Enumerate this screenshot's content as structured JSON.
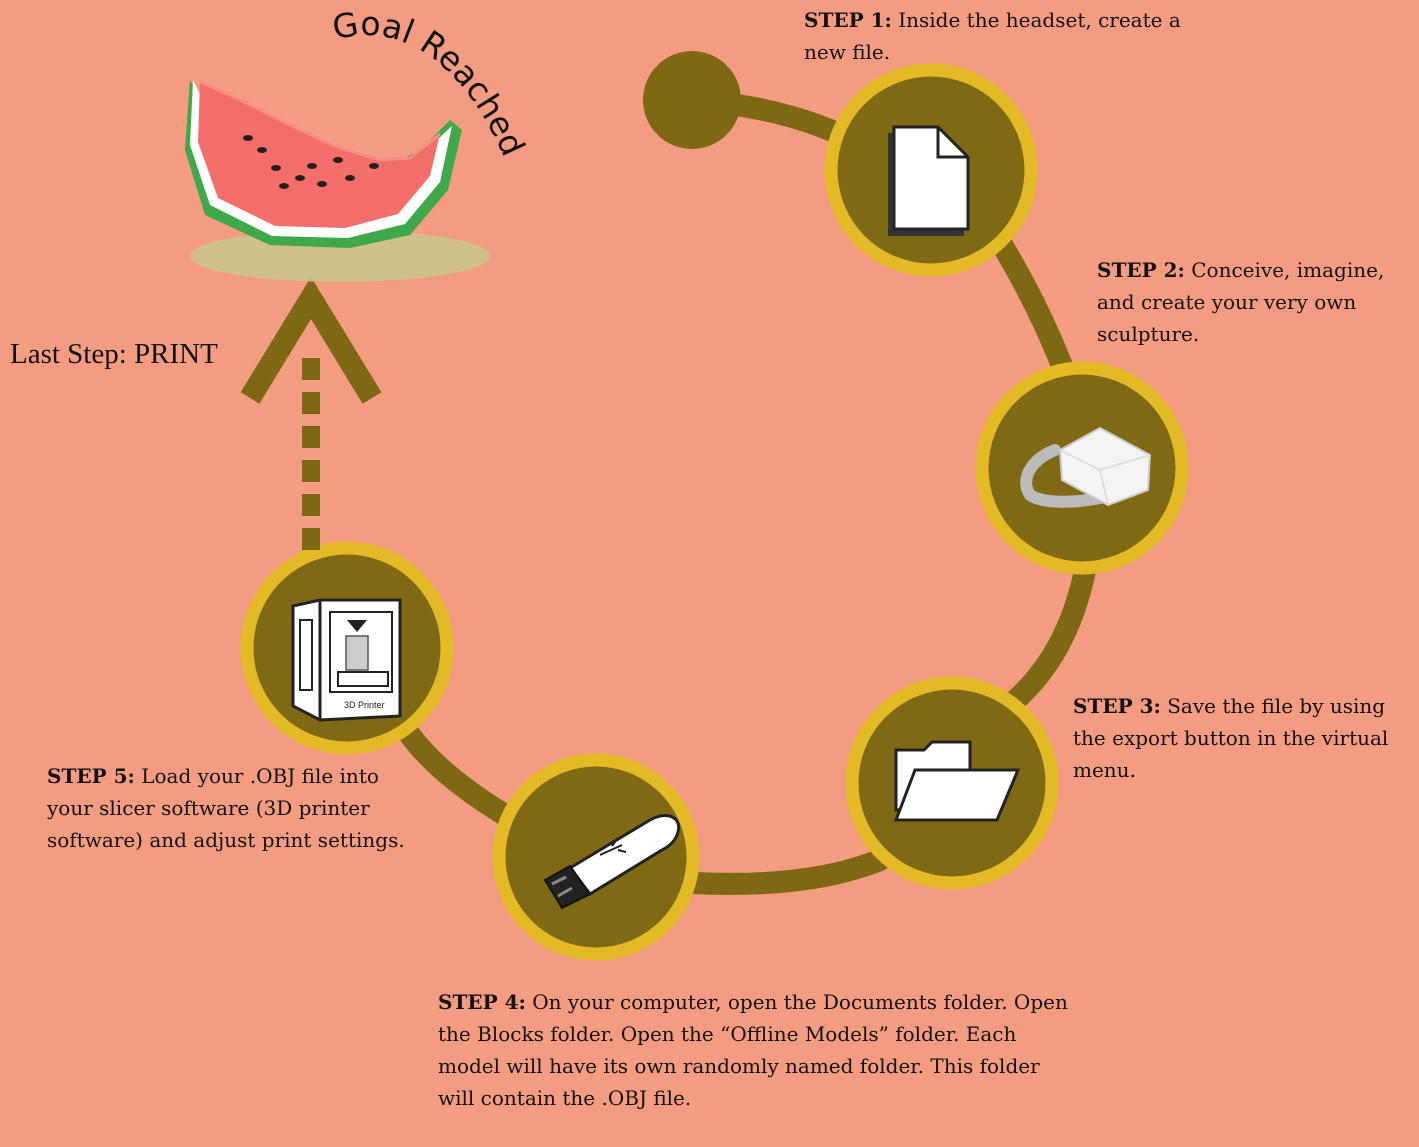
{
  "colors": {
    "background": "#f39c81",
    "path": "#7f6813",
    "ring": "#e4b926",
    "node_fill": "#806914"
  },
  "goal_label": "Goal Reached",
  "last_step": {
    "label": "Last Step:",
    "value": "PRINT"
  },
  "steps": [
    {
      "id": "step1",
      "label": "STEP 1:",
      "text": "Inside the headset, create a new file.",
      "icon": "file-icon"
    },
    {
      "id": "step2",
      "label": "STEP 2:",
      "text": "Conceive, imagine, and create your very own sculpture.",
      "icon": "vr-headset-icon"
    },
    {
      "id": "step3",
      "label": "STEP 3:",
      "text": "Save the file by using the export button in the virtual menu.",
      "icon": "folder-icon"
    },
    {
      "id": "step4",
      "label": "STEP 4:",
      "text": "On your computer, open the Documents folder. Open the Blocks folder. Open the “Offline Models” folder. Each model will have its own randomly named folder. This folder will contain the .OBJ file.",
      "icon": "usb-drive-icon"
    },
    {
      "id": "step5",
      "label": "STEP 5:",
      "text": "Load your .OBJ file into your slicer software (3D printer software) and adjust print settings.",
      "icon": "3d-printer-icon",
      "icon_caption": "3D Printer"
    }
  ]
}
